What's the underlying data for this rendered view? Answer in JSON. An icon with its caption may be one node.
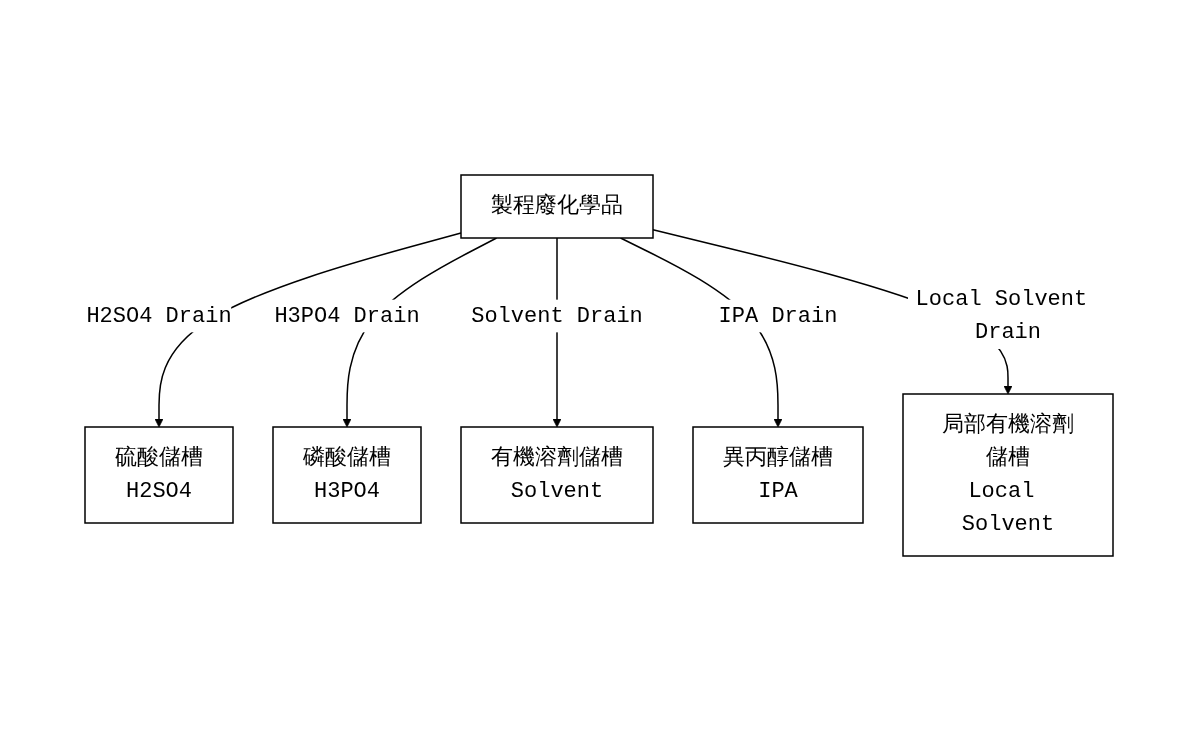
{
  "diagram": {
    "nodes": [
      {
        "text": [
          "製程廢化學品"
        ]
      },
      {
        "text": [
          "硫酸儲槽",
          "H2SO4"
        ]
      },
      {
        "text": [
          "磷酸儲槽",
          "H3PO4"
        ]
      },
      {
        "text": [
          "有機溶劑儲槽",
          "Solvent"
        ]
      },
      {
        "text": [
          "異丙醇儲槽",
          "IPA"
        ]
      },
      {
        "text": [
          "局部有機溶劑儲槽",
          "Local Solvent"
        ]
      }
    ],
    "edges": [
      {
        "from": 0,
        "to": 1,
        "arrow": "to",
        "label": "H2SO4 Drain"
      },
      {
        "from": 0,
        "to": 2,
        "arrow": "to",
        "label": "H3PO4 Drain"
      },
      {
        "from": 0,
        "to": 3,
        "arrow": "to",
        "label": "Solvent Drain"
      },
      {
        "from": 0,
        "to": 4,
        "arrow": "to",
        "label": "IPA Drain"
      },
      {
        "from": 0,
        "to": 5,
        "arrow": "to",
        "label": "Local Solvent Drain"
      }
    ]
  }
}
